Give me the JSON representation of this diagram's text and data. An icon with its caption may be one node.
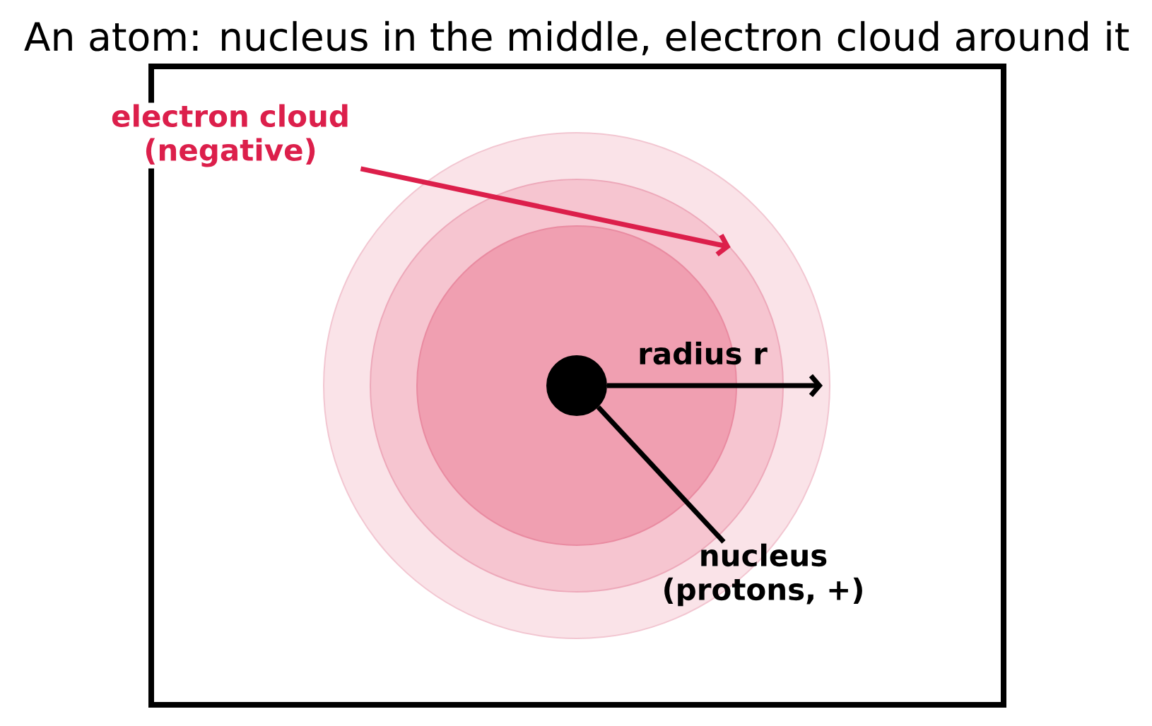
{
  "diagram": {
    "title": "An atom: nucleus in the middle, electron cloud around it",
    "nodes": [
      {
        "text": [
          "electron cloud (negative)"
        ]
      },
      {
        "text": [],
        "shape": "circle"
      },
      {
        "text": [],
        "shape": "circle",
        "in": 1
      },
      {
        "text": [
          "nucleus (protons, +)"
        ]
      }
    ],
    "edges": [
      {
        "from": 0,
        "to": 1,
        "arrow": "to",
        "color": "#dc1f4b"
      },
      {
        "from": 3,
        "to": 2,
        "arrow": "none",
        "color": "#000000"
      }
    ],
    "labels": [
      "radius r"
    ]
  }
}
